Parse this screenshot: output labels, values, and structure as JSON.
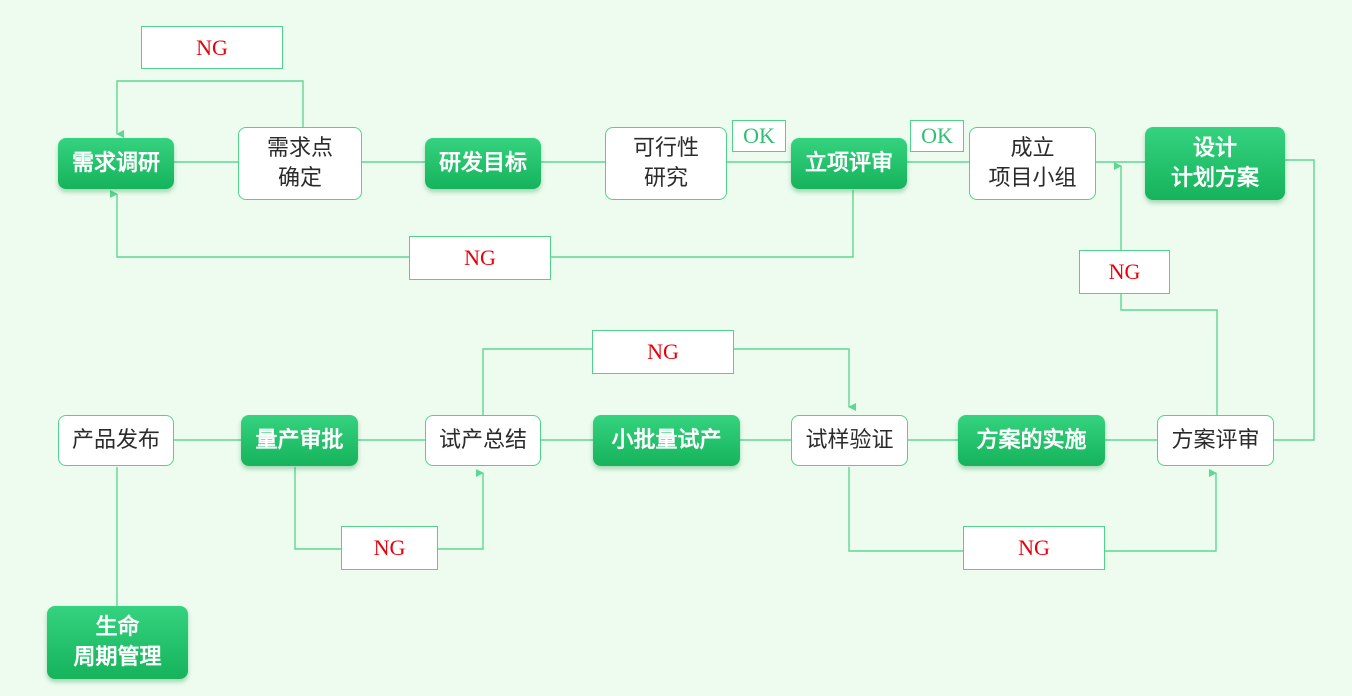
{
  "colors": {
    "background": "#eefcef",
    "line": "#5ed694",
    "filled_node": "#22c065",
    "outline_border": "#4fd38a",
    "ng_text": "#e8000b",
    "ok_text": "#2fbf72"
  },
  "nodes": {
    "xuqiu_diaoyan": "需求调研",
    "xuqiudian_queding": "需求点\n确定",
    "yanfa_mubiao": "研发目标",
    "kexingxing_yanjiu": "可行性\n研究",
    "lixiang_pingshen": "立项评审",
    "chengli_xiangmu_xiaozu": "成立\n项目小组",
    "sheji_jihua_fangan": "设计\n计划方案",
    "fangan_pingshen": "方案评审",
    "fangan_shishi": "方案的实施",
    "shiyang_yanzheng": "试样验证",
    "xiaopiliang_shichan": "小批量试产",
    "shichan_zongjie": "试产总结",
    "liangchan_shenpi": "量产审批",
    "chanpin_fabu": "产品发布",
    "shengming_zhouqi_guanli": "生命\n周期管理"
  },
  "tags": {
    "ng_top_left": "NG",
    "ng_review_return": "NG",
    "ok_before_review": "OK",
    "ok_after_review": "OK",
    "ng_plan_review": "NG",
    "ng_summary_loop": "NG",
    "ng_sample_loop": "NG",
    "ng_approval_loop": "NG"
  }
}
